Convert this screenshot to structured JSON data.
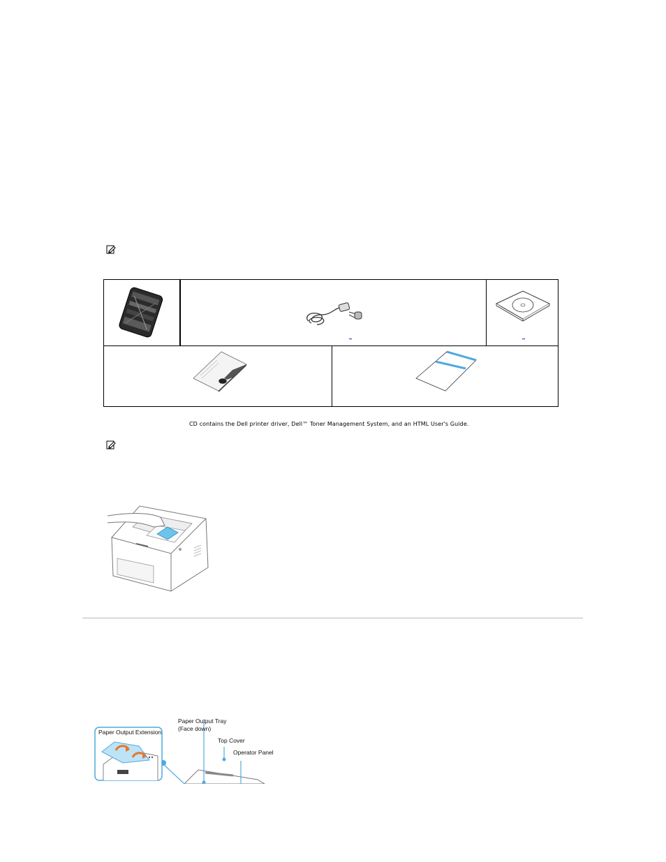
{
  "contents_table": {
    "items": [
      {
        "name": "toner-cartridge-image"
      },
      {
        "name": "power-cord-image",
        "link": "_"
      },
      {
        "name": "cd-image",
        "link": "_"
      },
      {
        "name": "owners-manual-image"
      },
      {
        "name": "setup-diagram-image"
      }
    ]
  },
  "cd_note": "CD contains the Dell printer driver, Dell™ Toner Management System, and an HTML User's Guide.",
  "printer_parts": {
    "callouts": {
      "paper_output_extension": "Paper Output Extension",
      "paper_output_tray_line1": "Paper Output Tray",
      "paper_output_tray_line2": "(Face down)",
      "top_cover": "Top Cover",
      "operator_panel": "Operator Panel"
    }
  },
  "colors": {
    "accent_blue": "#4fa9e0",
    "arrow_orange": "#e8762a",
    "rule_gray": "#b9b9b9"
  }
}
